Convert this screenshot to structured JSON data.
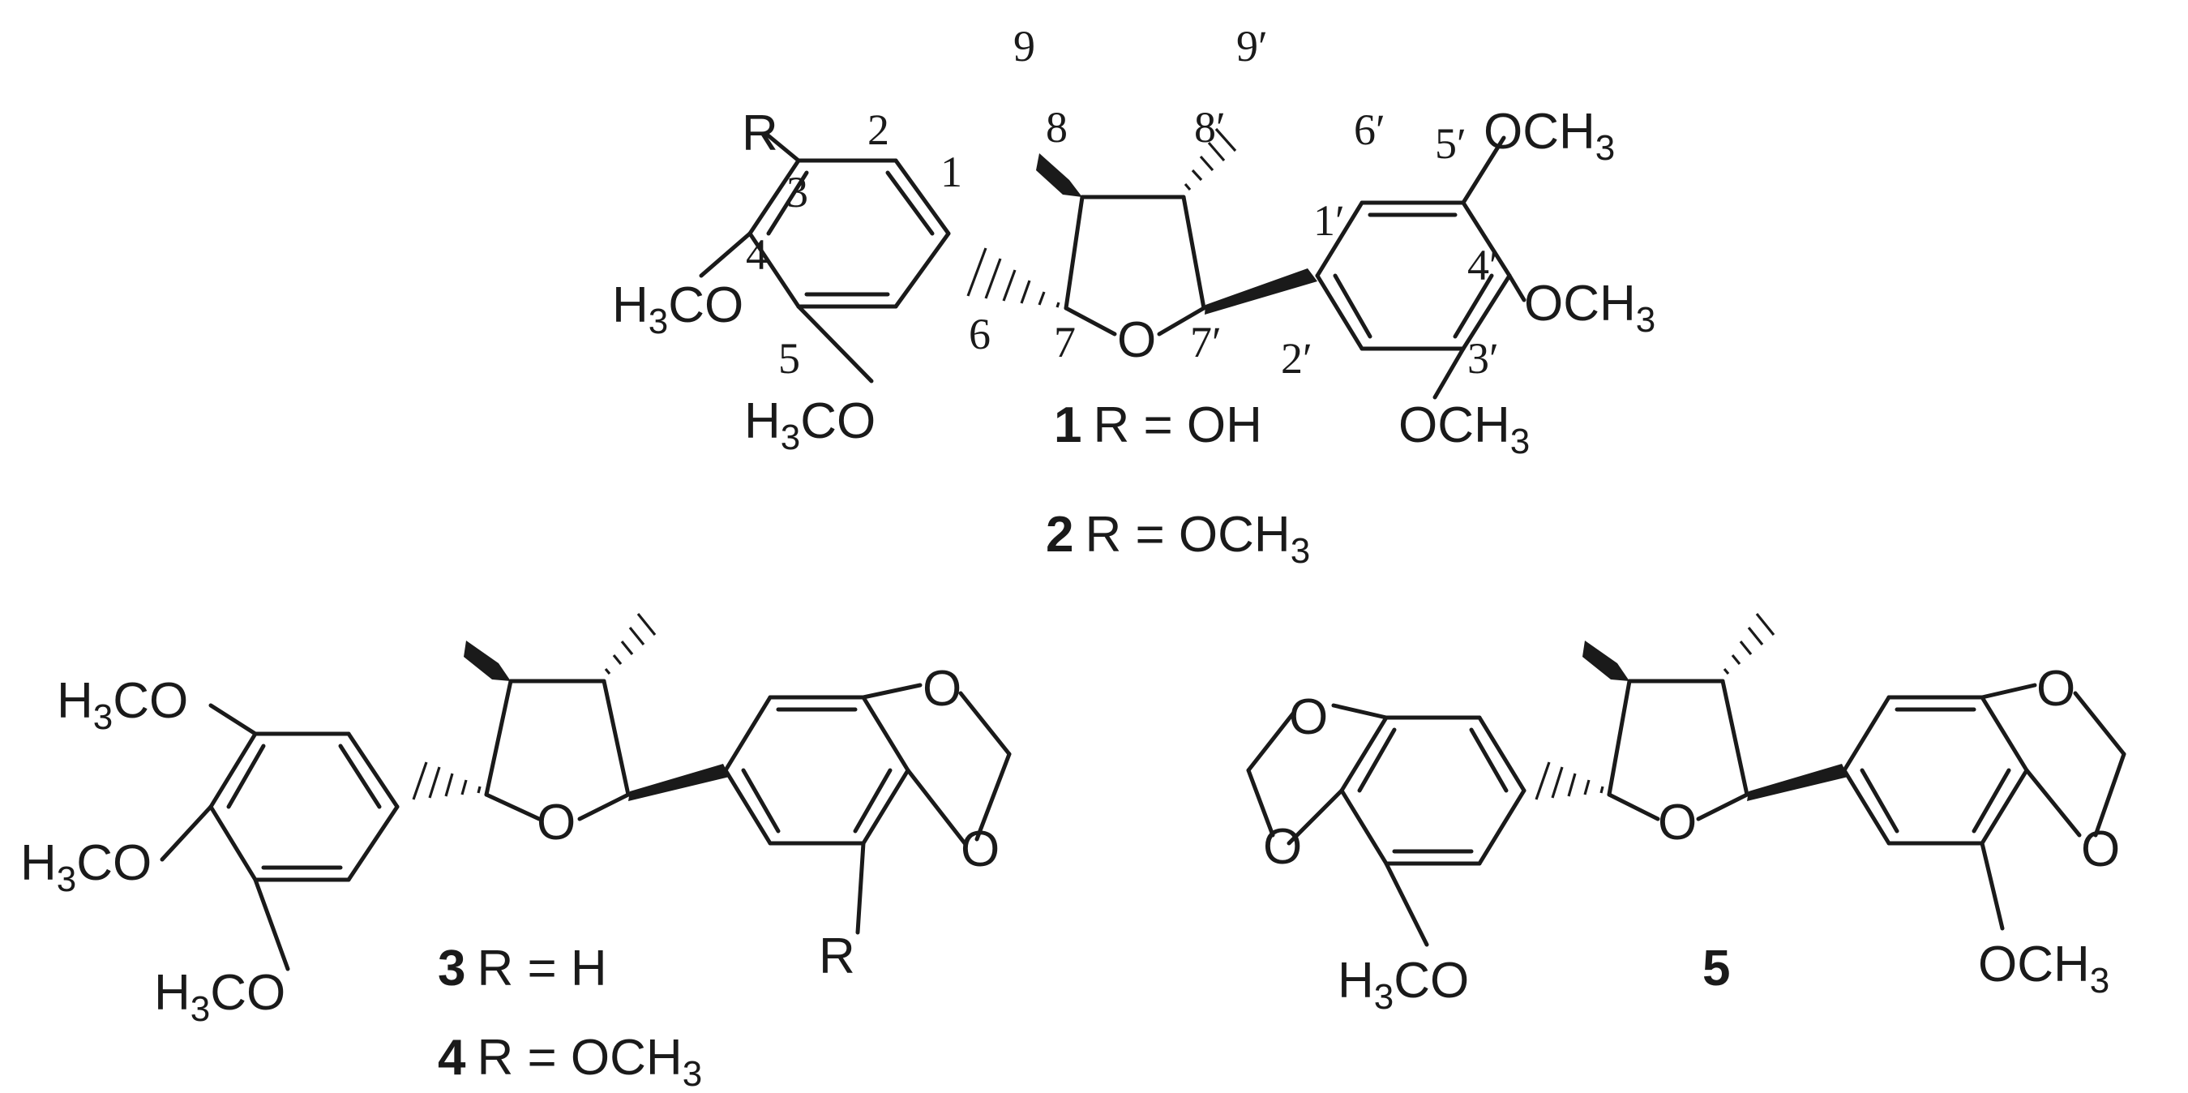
{
  "labels": {
    "r": "R",
    "o": "O",
    "och3": "OCH",
    "h3co": "H",
    "h3co_tail": "CO",
    "sub3": "3"
  },
  "numbering": {
    "n1": "1",
    "n2": "2",
    "n3": "3",
    "n4": "4",
    "n5": "5",
    "n6": "6",
    "n7": "7",
    "n8": "8",
    "n9": "9",
    "n1p": "1′",
    "n2p": "2′",
    "n3p": "3′",
    "n4p": "4′",
    "n5p": "5′",
    "n6p": "6′",
    "n7p": "7′",
    "n8p": "8′",
    "n9p": "9′"
  },
  "captions": {
    "c1_num": "1",
    "c1_text": "R = OH",
    "c2_num": "2",
    "c2_text": "R = OCH",
    "c3_num": "3",
    "c3_text": "R = H",
    "c4_num": "4",
    "c4_text": "R = OCH",
    "c5_num": "5"
  }
}
